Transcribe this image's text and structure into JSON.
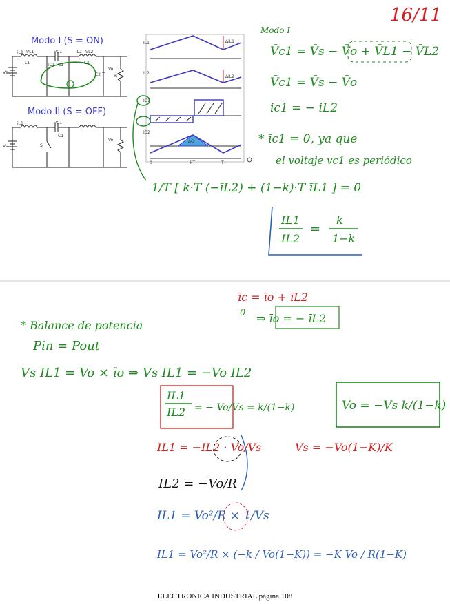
{
  "page_number": "16/11",
  "mode1": {
    "title": "Modo I (S = ON)",
    "labels": {
      "il1": "iL1",
      "vl1": "VL1",
      "vc1": "VC1",
      "ic1": "iC1",
      "c1": "C1",
      "l1": "L1",
      "l2": "L2",
      "il2": "iL2",
      "vl2": "VL2",
      "vo": "Vo",
      "vs": "Vs",
      "r": "R",
      "c2": "C2"
    }
  },
  "mode2": {
    "title": "Modo II (S = OFF)",
    "labels": {
      "s": "S"
    }
  },
  "waveforms": {
    "rows": [
      "IL1",
      "IL2",
      "IC1",
      "IC2"
    ],
    "delta_il1": "ΔiL1",
    "delta_il2": "ΔiL2",
    "delta_q": "ΔQ",
    "x_ticks": [
      "0",
      "kT",
      "T"
    ]
  },
  "notes": {
    "modo_i": "Modo I",
    "eq1": "V̄c1 = V̄s − V̄o + V̄L1 − V̄L2",
    "eq2": "V̄c1 = V̄s − V̄o",
    "eq3": "ic1 = − iL2",
    "eq4": "* īc1 = 0,   ya que",
    "eq5": "el voltaje vc1 es periódico",
    "eq6": "1/T [ k·T (−īL2) + (1−k)·T īL1 ] = 0",
    "ratio_num": "IL1",
    "ratio_den": "IL2",
    "ratio_rhs_num": "k",
    "ratio_rhs_den": "1−k",
    "ic_eq": "īc = īo + īL2",
    "ic_zero": "0",
    "io_eq": "⇒ īo = − īL2",
    "balance_title": "* Balance de potencia",
    "pin_pout": "Pin = Pout",
    "vs_eq": "Vs IL1 = Vo × īo  ⇒  Vs IL1 = −Vo IL2",
    "frac_num": "IL1",
    "frac_den": "IL2",
    "frac_eq": "= − Vo/Vs = k/(1−k)",
    "vo_result": "Vo = −Vs k/(1−k)",
    "vs_red": "Vs = −Vo(1−K)/K",
    "il1_red": "IL1 = −IL2 · Vo/Vs",
    "il2_black": "IL2 = −Vo/R",
    "il1_blue1": "IL1 = Vo²/R × 1/Vs",
    "il1_blue2": "IL1 = Vo²/R × (−k / Vo(1−K)) = −K Vo / R(1−K)"
  },
  "footer": "ELECTRONICA INDUSTRIAL página 108"
}
